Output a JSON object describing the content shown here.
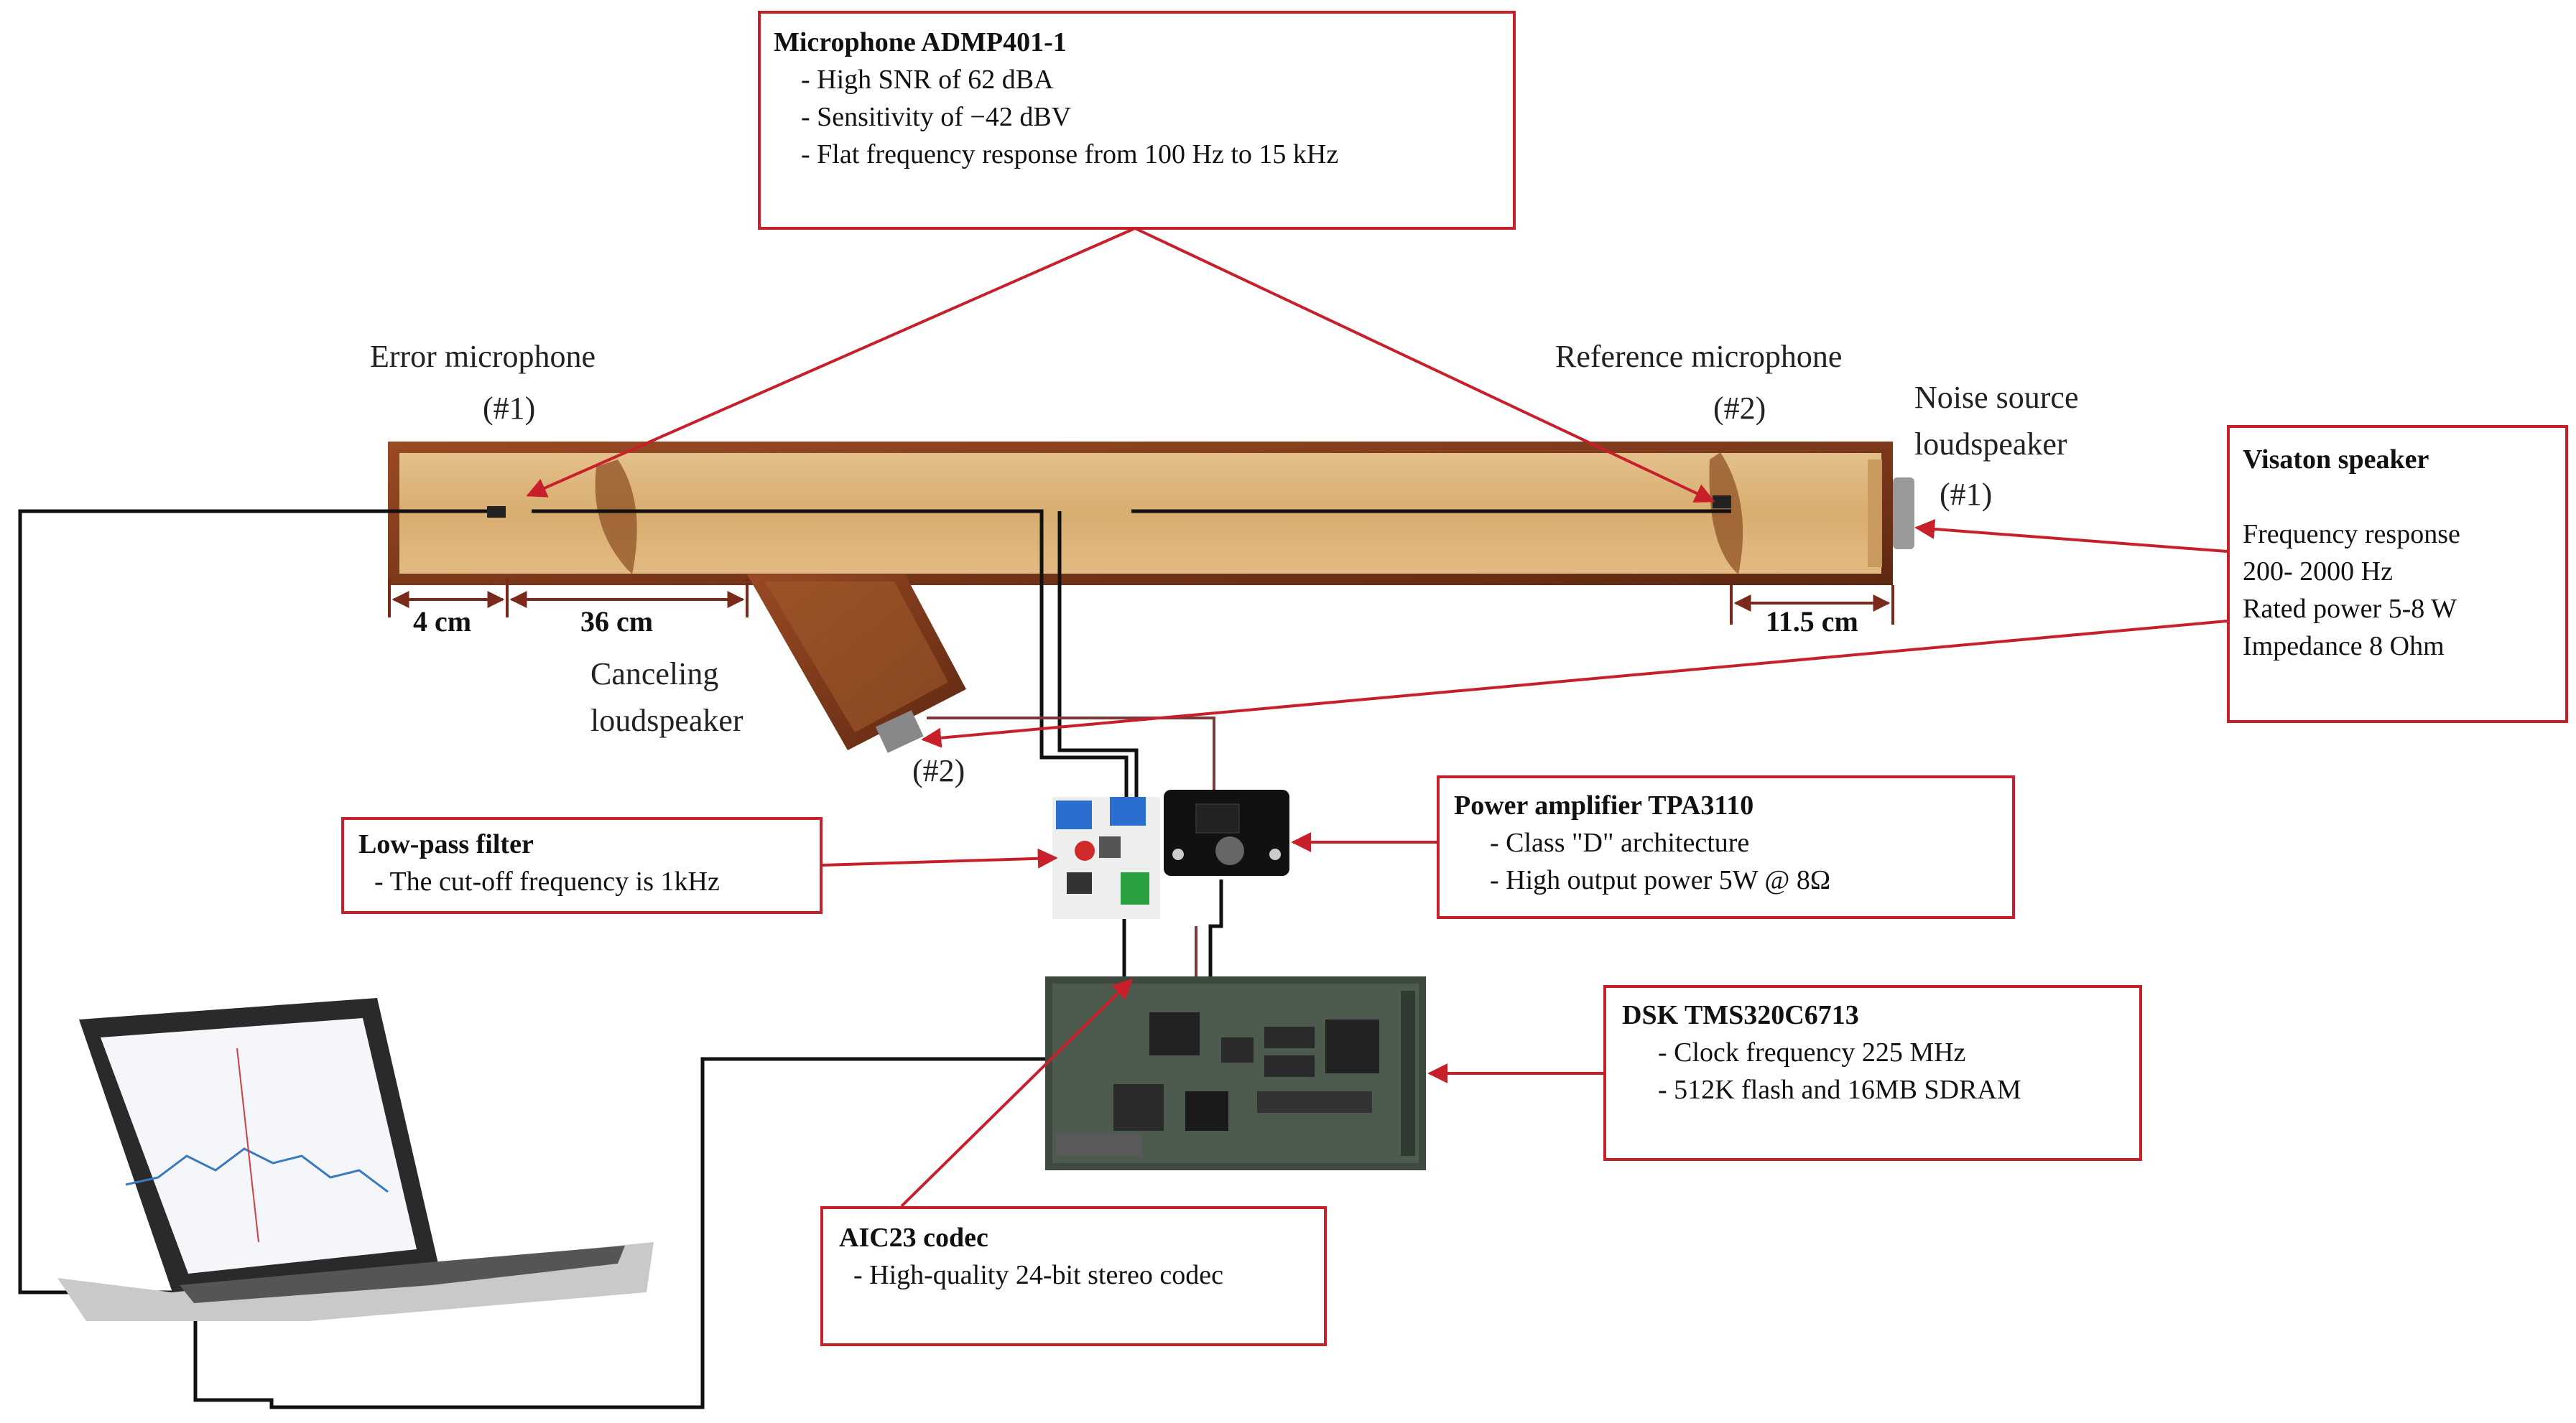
{
  "mic_box": {
    "title": "Microphone ADMP401-1",
    "lines": [
      "- High SNR of 62 dBA",
      "- Sensitivity  of −42 dBV",
      "- Flat frequency response from 100 Hz to 15 kHz"
    ]
  },
  "labels": {
    "error_mic": "Error microphone",
    "error_mic_num": "(#1)",
    "ref_mic": "Reference microphone",
    "ref_mic_num": "(#2)",
    "noise_source_1": "Noise source",
    "noise_source_2": "loudspeaker",
    "noise_source_num": "(#1)",
    "canceling_1": "Canceling",
    "canceling_2": "loudspeaker",
    "canceling_num": "(#2)"
  },
  "dimensions": {
    "d1": "4 cm",
    "d2": "36 cm",
    "d3": "11.5 cm"
  },
  "visaton_box": {
    "title": "Visaton speaker",
    "lines": [
      "Frequency response",
      "200- 2000 Hz",
      "Rated power 5-8 W",
      "Impedance 8 Ohm"
    ]
  },
  "lpf_box": {
    "title": "Low-pass filter",
    "lines": [
      "- The cut-off frequency is 1kHz"
    ]
  },
  "amp_box": {
    "title": "Power amplifier  TPA3110",
    "lines": [
      "- Class \"D\" architecture",
      "- High output power 5W @ 8Ω"
    ]
  },
  "dsk_box": {
    "title": "DSK TMS320C6713",
    "lines": [
      "- Clock frequency 225 MHz",
      "- 512K flash and 16MB SDRAM"
    ]
  },
  "codec_box": {
    "title": "AIC23  codec",
    "lines": [
      "- High-quality  24-bit stereo codec"
    ]
  },
  "colors": {
    "annotation_red": "#c8202a",
    "wood": "#d9b27a",
    "wood_dark": "#7a3a1e",
    "wire": "#111111"
  }
}
